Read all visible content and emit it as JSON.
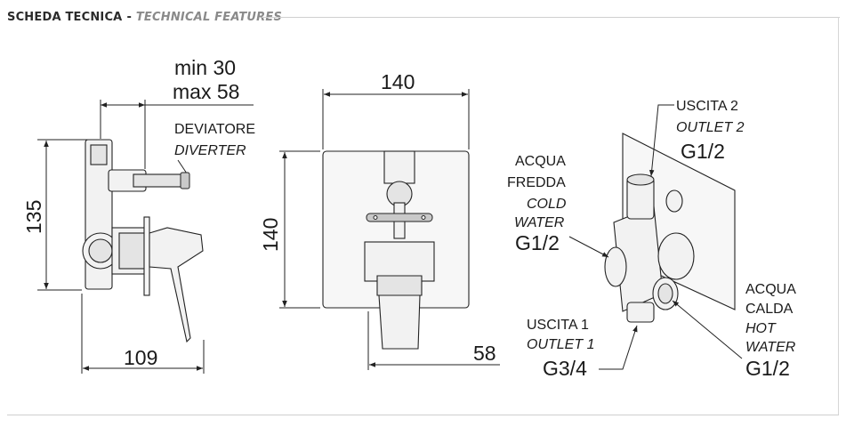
{
  "header": {
    "title_it": "SCHEDA TECNICA",
    "separator": "-",
    "title_en": "TECHNICAL FEATURES"
  },
  "side_view": {
    "dim_min": "min 30",
    "dim_max": "max 58",
    "dim_height": "135",
    "dim_depth": "109",
    "diverter_it": "DEVIATORE",
    "diverter_en": "DIVERTER"
  },
  "front_view": {
    "dim_width": "140",
    "dim_height": "140",
    "dim_lever": "58"
  },
  "iso_view": {
    "outlet2_it": "USCITA 2",
    "outlet2_en": "OUTLET 2",
    "outlet2_size": "G1/2",
    "cold_it_1": "ACQUA",
    "cold_it_2": "FREDDA",
    "cold_en_1": "COLD",
    "cold_en_2": "WATER",
    "cold_size": "G1/2",
    "hot_it_1": "ACQUA",
    "hot_it_2": "CALDA",
    "hot_en_1": "HOT",
    "hot_en_2": "WATER",
    "hot_size": "G1/2",
    "outlet1_it": "USCITA 1",
    "outlet1_en": "OUTLET 1",
    "outlet1_size": "G3/4"
  }
}
